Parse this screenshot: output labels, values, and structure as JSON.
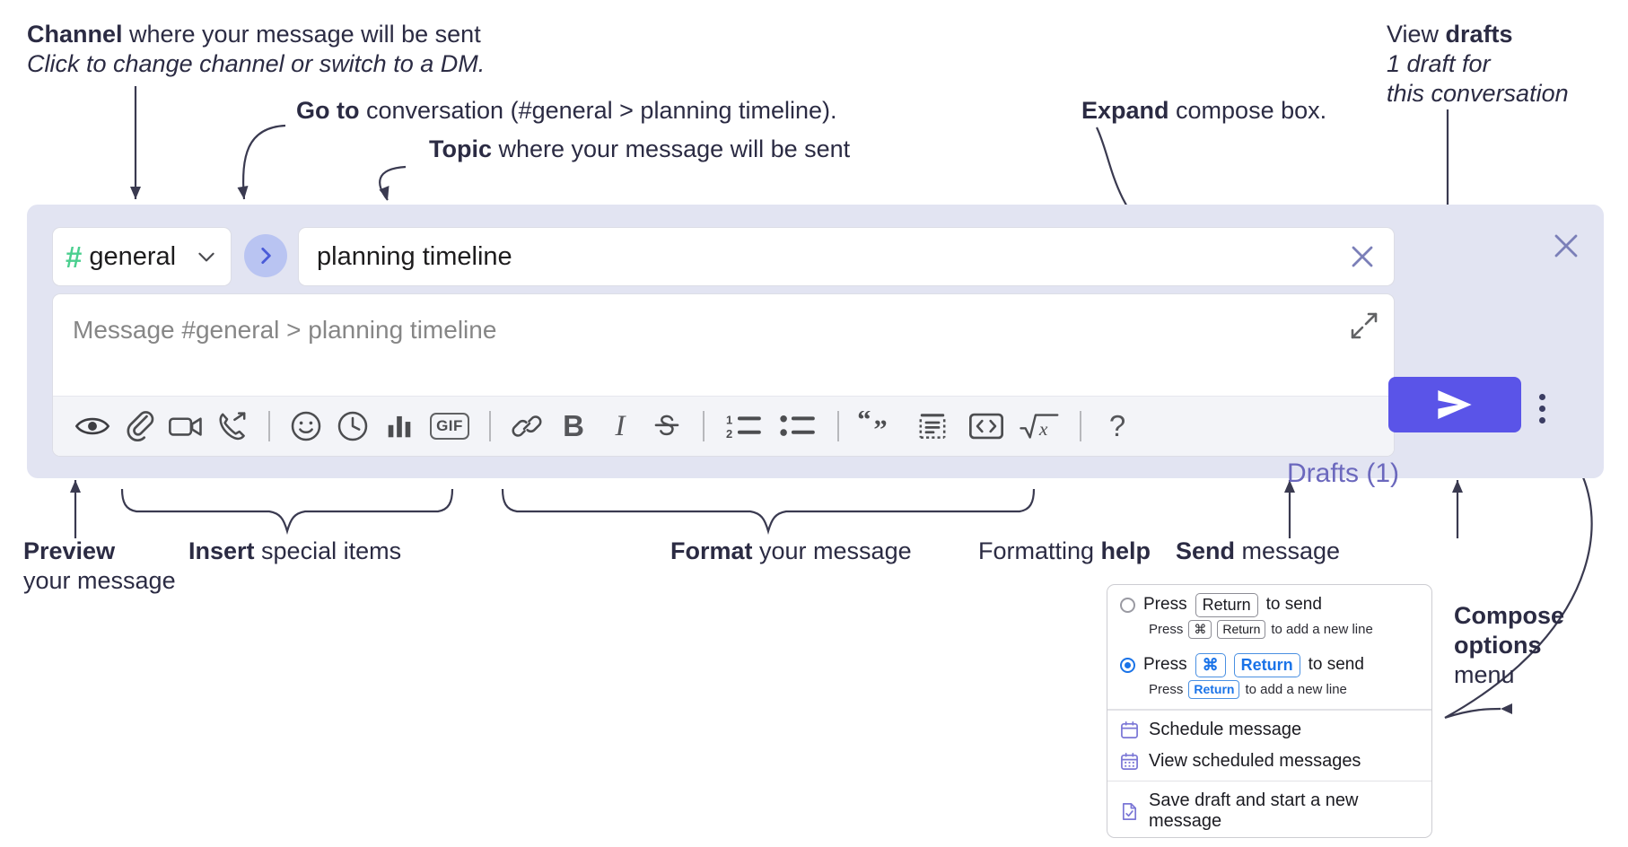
{
  "annotations": {
    "channel": {
      "bold": "Channel",
      "rest": " where your message will be sent",
      "italic": "Click to change channel or switch to a DM."
    },
    "goto": {
      "bold": "Go to",
      "rest": " conversation (#general > planning timeline)."
    },
    "topic": {
      "bold": "Topic",
      "rest": " where your message will be sent"
    },
    "expand": {
      "bold": "Expand",
      "rest": " compose box."
    },
    "drafts": {
      "lead": "View ",
      "bold": "drafts",
      "italic_line1": "1 draft for",
      "italic_line2": "this conversation"
    },
    "preview": {
      "bold": "Preview",
      "line2": "your message"
    },
    "insert": {
      "bold": "Insert",
      "rest": " special items"
    },
    "format": {
      "bold": "Format",
      "rest": " your message"
    },
    "help": {
      "lead": "Formatting ",
      "bold": "help"
    },
    "send": {
      "bold": "Send",
      "rest": " message"
    },
    "compose_options": {
      "bold1": "Compose",
      "bold2": "options",
      "rest": "menu"
    }
  },
  "compose": {
    "channel": {
      "hash": "#",
      "name": "general",
      "chevron_icon": "chevron-down-icon"
    },
    "goto_icon": "chevron-right-icon",
    "topic": {
      "value": "planning timeline",
      "clear_icon": "close-icon"
    },
    "message": {
      "placeholder": "Message #general > planning timeline",
      "value": "",
      "expand_icon": "expand-icon"
    },
    "toolbar": [
      {
        "name": "preview-icon",
        "label": "Preview"
      },
      {
        "name": "attachment-icon",
        "label": "Attach file"
      },
      {
        "name": "video-icon",
        "label": "Record video clip"
      },
      {
        "name": "phone-forward-icon",
        "label": "Record audio clip"
      },
      {
        "name": "separator",
        "label": ""
      },
      {
        "name": "emoji-icon",
        "label": "Emoji"
      },
      {
        "name": "clock-icon",
        "label": "Schedule"
      },
      {
        "name": "bar-chart-icon",
        "label": "Poll"
      },
      {
        "name": "gif-icon",
        "label": "GIF"
      },
      {
        "name": "separator",
        "label": ""
      },
      {
        "name": "link-icon",
        "label": "Link"
      },
      {
        "name": "bold-icon",
        "label": "B"
      },
      {
        "name": "italic-icon",
        "label": "I"
      },
      {
        "name": "strikethrough-icon",
        "label": "Strikethrough"
      },
      {
        "name": "separator",
        "label": ""
      },
      {
        "name": "ordered-list-icon",
        "label": "Ordered list"
      },
      {
        "name": "bullet-list-icon",
        "label": "Bulleted list"
      },
      {
        "name": "separator",
        "label": ""
      },
      {
        "name": "blockquote-icon",
        "label": "Blockquote"
      },
      {
        "name": "code-block-icon",
        "label": "Code block"
      },
      {
        "name": "code-icon",
        "label": "Code"
      },
      {
        "name": "math-icon",
        "label": "Math"
      },
      {
        "name": "separator",
        "label": ""
      },
      {
        "name": "help-icon",
        "label": "?"
      }
    ],
    "send_button": {
      "icon": "send-icon",
      "color": "#5a54e8"
    },
    "kebab": {
      "icon": "more-options-icon"
    },
    "drafts_link": "Drafts (1)",
    "panel_close_icon": "close-icon"
  },
  "options_menu": {
    "radio_options": [
      {
        "selected": false,
        "press": "Press",
        "keys": [
          "Return"
        ],
        "tail": "to send",
        "sub_press": "Press",
        "sub_keys": [
          "⌘",
          "Return"
        ],
        "sub_tail": "to add a new line"
      },
      {
        "selected": true,
        "press": "Press",
        "keys": [
          "⌘",
          "Return"
        ],
        "tail": "to send",
        "sub_press": "Press",
        "sub_keys": [
          "Return"
        ],
        "sub_tail": "to add a new line"
      }
    ],
    "items": [
      {
        "icon": "calendar-icon",
        "label": "Schedule message"
      },
      {
        "icon": "calendar-grid-icon",
        "label": "View scheduled messages"
      },
      {
        "icon": "save-draft-icon",
        "label": "Save draft and start a new message"
      }
    ]
  },
  "colors": {
    "accent": "#5a54e8",
    "panel_bg": "#e2e4f2",
    "hash_green": "#4bcf8f",
    "drafts_text": "#6b68bd",
    "menu_blue": "#1a73e8",
    "menu_icon": "#7b77d6",
    "annotation_text": "#2b2b43"
  }
}
